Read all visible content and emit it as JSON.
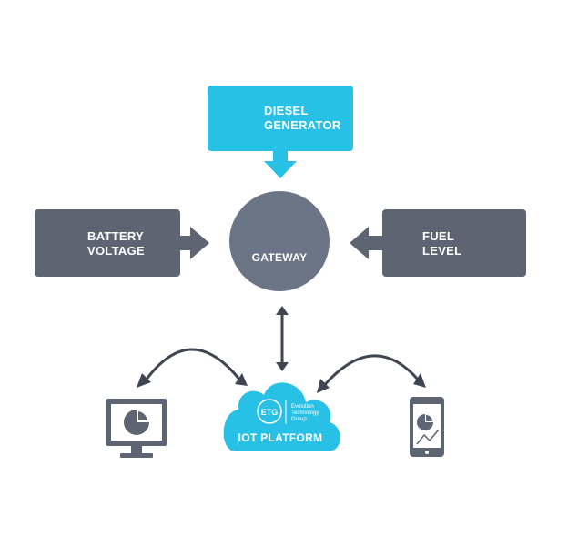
{
  "diagram": {
    "diesel_generator": {
      "line1": "DIESEL",
      "line2": "GENERATOR"
    },
    "battery_voltage": {
      "line1": "BATTERY",
      "line2": "VOLTAGE"
    },
    "fuel_level": {
      "line1": "FUEL",
      "line2": "LEVEL"
    },
    "gateway": {
      "label": "GATEWAY"
    },
    "iot_platform": {
      "label": "IOT PLATFORM",
      "logo_text": "ETG",
      "logo_caption_1": "Evolution",
      "logo_caption_2": "Technology",
      "logo_caption_3": "Group"
    }
  },
  "colors": {
    "accent_blue": "#29c0e6",
    "dark_gray": "#5d6572",
    "gateway_gray": "#6b7585",
    "arrow_dark": "#3f4652"
  },
  "icons": [
    "generator-icon",
    "battery-icon",
    "droplet-icon",
    "router-icon",
    "monitor-icon",
    "smartphone-icon",
    "cloud-icon"
  ]
}
